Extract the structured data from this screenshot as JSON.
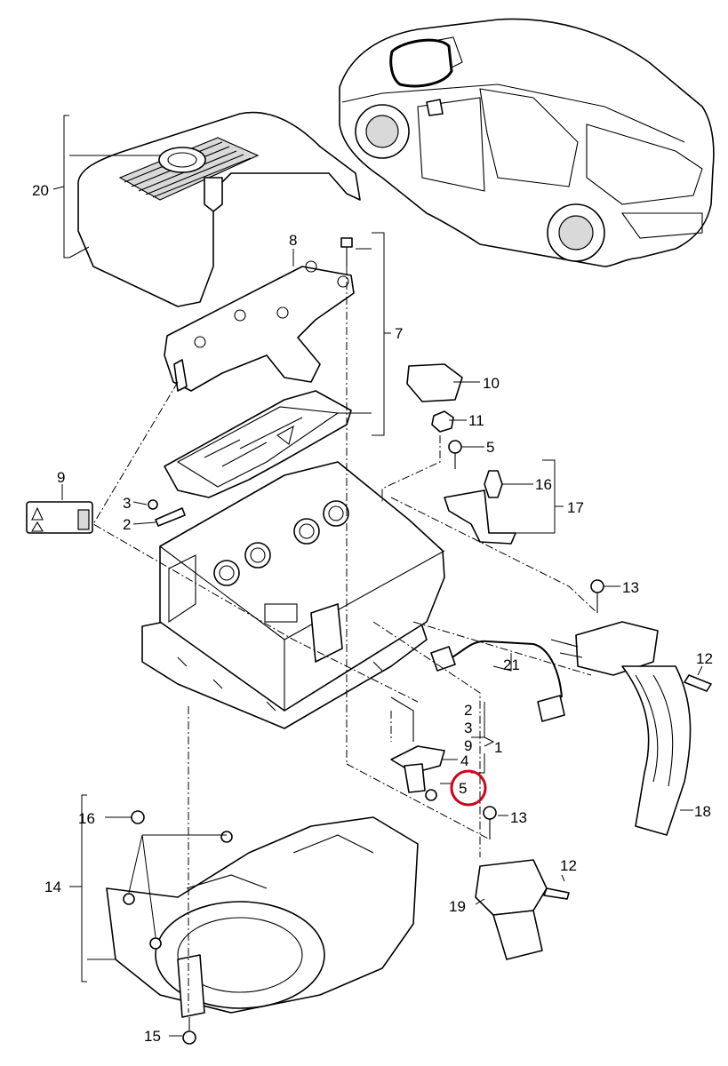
{
  "diagram": {
    "callouts": [
      "20",
      "8",
      "7",
      "10",
      "11",
      "5",
      "16",
      "17",
      "9",
      "3",
      "2",
      "13",
      "12",
      "21",
      "2",
      "3",
      "9",
      "4",
      "1",
      "5",
      "13",
      "18",
      "16",
      "14",
      "12",
      "19",
      "15"
    ],
    "highlighted_callout_index": 19,
    "highlight_color": "#d0021b",
    "label_color": "#000000",
    "line_color": "#000000"
  }
}
